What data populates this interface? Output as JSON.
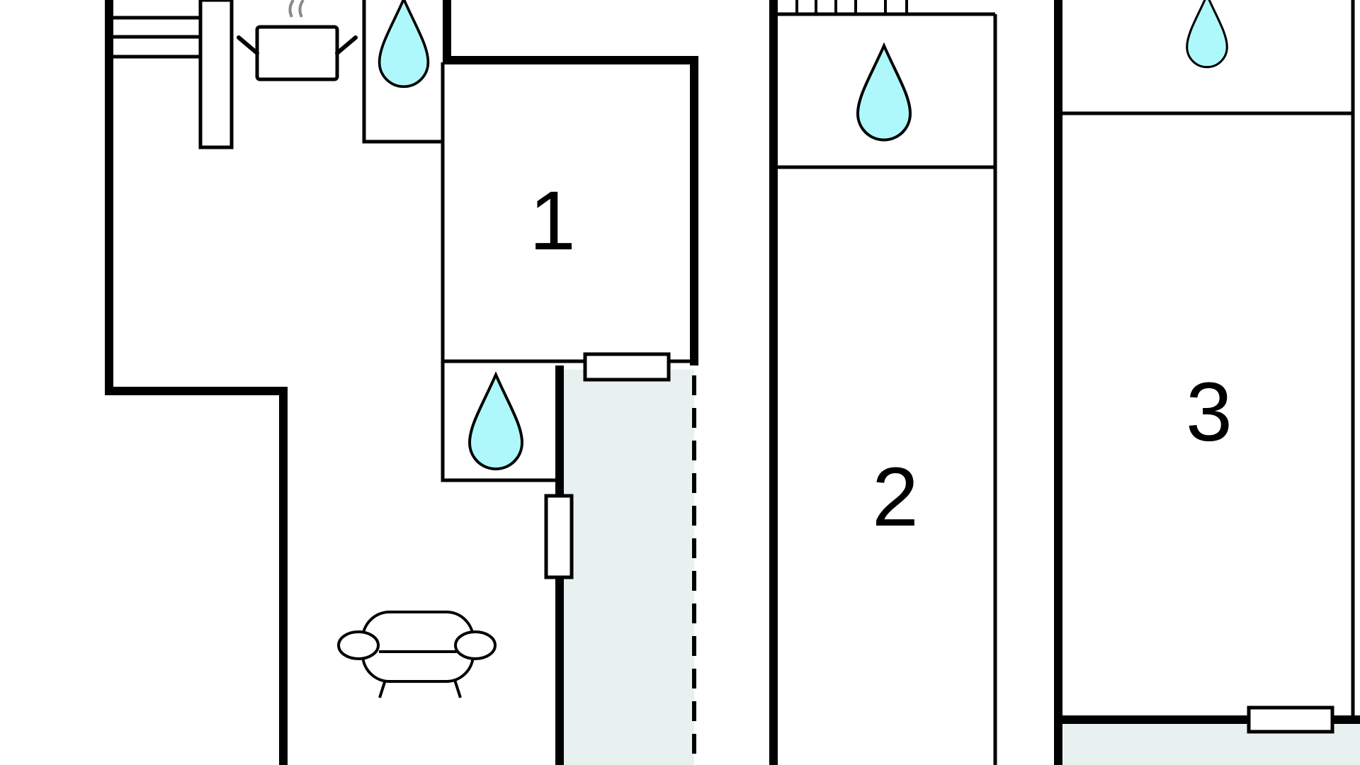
{
  "floor_plan": {
    "rooms": [
      {
        "number": "1",
        "type": "bedroom"
      },
      {
        "number": "2",
        "type": "bedroom"
      },
      {
        "number": "3",
        "type": "bedroom"
      }
    ],
    "fixtures": [
      "stairs",
      "cooking-pot-icon",
      "water-drop-icon",
      "water-drop-icon",
      "water-drop-icon",
      "water-drop-icon",
      "armchair-icon"
    ],
    "terraces": 2,
    "colors": {
      "wall": "#000000",
      "water_drop": "#aef8fb",
      "terrace": "#e8f0f0",
      "steam": "#888888",
      "background": "#ffffff"
    }
  }
}
